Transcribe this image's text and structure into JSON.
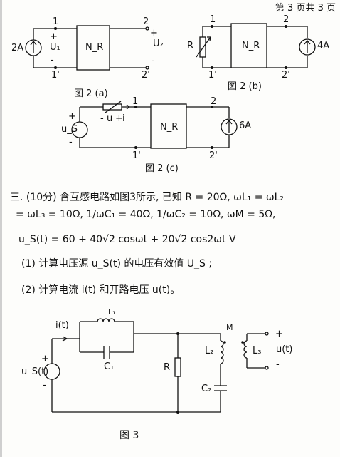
{
  "header": {
    "text": "第 3 页共 3 页"
  },
  "fig2a": {
    "source_label": "2A",
    "voltage1": "U₁",
    "box": "N_R",
    "voltage2": "U₂",
    "node1": "1",
    "node1p": "1'",
    "node2": "2",
    "node2p": "2'",
    "plus": "+",
    "minus": "-",
    "caption": "图 2 (a)"
  },
  "fig2b": {
    "resistor_label": "R",
    "box": "N_R",
    "source_label": "4A",
    "node1": "1",
    "node1p": "1'",
    "node2": "2",
    "node2p": "2'",
    "caption": "图 2 (b)"
  },
  "fig2c": {
    "source_label": "u_S",
    "element_label": "u",
    "current_label": "i",
    "box": "N_R",
    "source2_label": "6A",
    "node1": "1",
    "node1p": "1'",
    "node2": "2",
    "node2p": "2'",
    "plus": "+",
    "minus": "-",
    "caption": "图 2 (c)"
  },
  "problem3": {
    "line1": "三. (10分) 含互感电路如图3所示, 已知 R = 20Ω,  ωL₁ = ωL₂",
    "line2": "= ωL₃ = 10Ω,  1/ωC₁ = 40Ω,  1/ωC₂ = 10Ω,  ωM = 5Ω,",
    "line3": "u_S(t) = 60 + 40√2 cosωt + 20√2 cos2ωt  V",
    "q1": "(1) 计算电压源 u_S(t) 的电压有效值 U_S ;",
    "q2": "(2) 计算电流 i(t) 和开路电压 u(t)。"
  },
  "fig3": {
    "current": "i(t)",
    "L1": "L₁",
    "C1": "C₁",
    "source": "u_S(t)",
    "R": "R",
    "M": "M",
    "L2": "L₂",
    "L3": "L₃",
    "C2": "C₂",
    "output": "u(t)",
    "plus": "+",
    "minus": "-",
    "caption": "图 3"
  }
}
